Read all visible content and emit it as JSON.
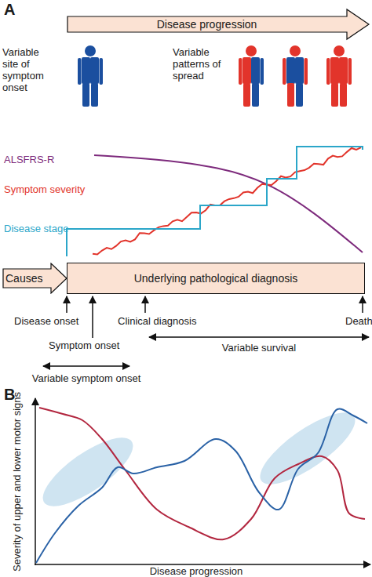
{
  "diagram": {
    "nodes": [
      {
        "text": [
          "Disease progression"
        ]
      },
      {
        "text": [
          "Causes"
        ]
      },
      {
        "text": [
          "Underlying pathological diagnosis"
        ]
      }
    ],
    "labels": [
      "A",
      "Variable site of symptom onset",
      "Variable patterns of spread",
      "ALSFRS-R",
      "Symptom severity",
      "Disease stage",
      "Disease onset",
      "Clinical diagnosis",
      "Death",
      "Symptom onset",
      "Variable survival",
      "Variable symptom onset",
      "B",
      "Severity of upper and lower motor signs",
      "Disease progression"
    ]
  }
}
